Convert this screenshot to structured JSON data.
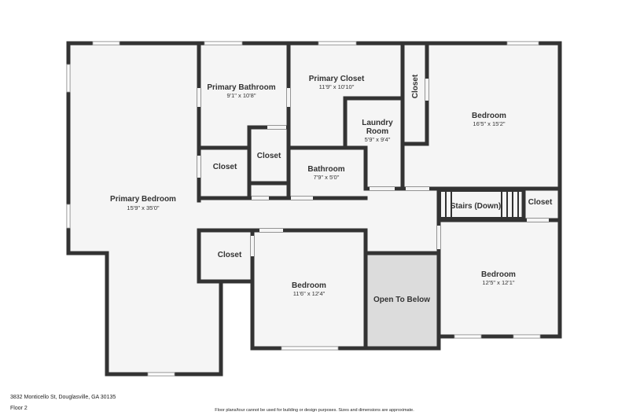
{
  "rooms": {
    "primary_bedroom": {
      "name": "Primary Bedroom",
      "dim": "15'9\" x 35'0\""
    },
    "primary_bathroom": {
      "name": "Primary Bathroom",
      "dim": "9'1\" x 10'8\""
    },
    "primary_closet": {
      "name": "Primary Closet",
      "dim": "11'9\" x 10'10\""
    },
    "closet_vertical": {
      "name": "Closet"
    },
    "bedroom_ne": {
      "name": "Bedroom",
      "dim": "16'5\" x 15'2\""
    },
    "laundry_room": {
      "name1": "Laundry",
      "name2": "Room",
      "dim": "5'9\" x 9'4\""
    },
    "closet_a": {
      "name": "Closet"
    },
    "closet_b": {
      "name": "Closet"
    },
    "bathroom": {
      "name": "Bathroom",
      "dim": "7'9\" x 5'0\""
    },
    "stairs": {
      "name": "Stairs (Down)"
    },
    "closet_e": {
      "name": "Closet"
    },
    "closet_c": {
      "name": "Closet"
    },
    "bedroom_center": {
      "name": "Bedroom",
      "dim": "11'6\" x 12'4\""
    },
    "open_to_below": {
      "name": "Open To Below"
    },
    "bedroom_se": {
      "name": "Bedroom",
      "dim": "12'5\" x 12'1\""
    }
  },
  "footer": {
    "address": "3832 Monticello St, Douglasville, GA 30135",
    "floor": "Floor 2",
    "disclaimer": "Floor plans/tour cannot be used for building or design purposes. Sizes and dimensions are approximate."
  },
  "colors": {
    "wall": "#333333",
    "floor": "#f5f5f5",
    "open_to_below": "#dcdcdc"
  }
}
